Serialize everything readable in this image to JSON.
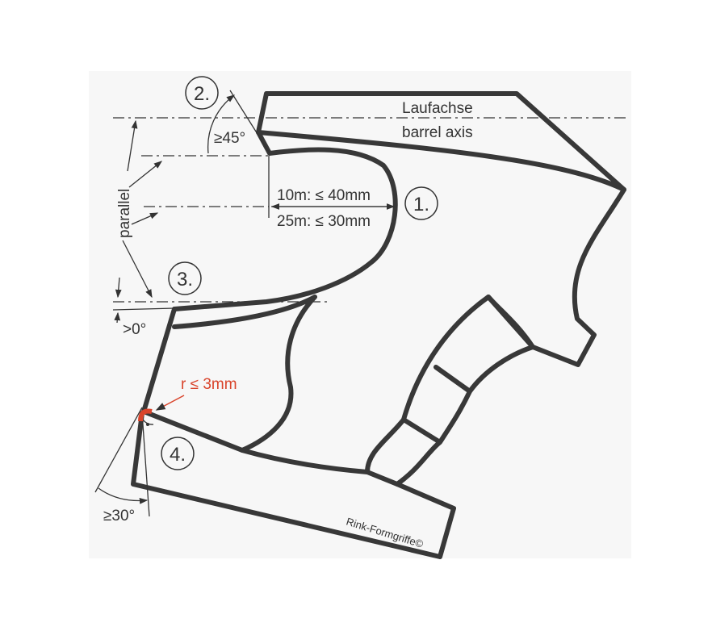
{
  "labels": {
    "barrel_axis_de": "Laufachse",
    "barrel_axis_en": "barrel axis",
    "dim_10m": "10m: ≤ 40mm",
    "dim_25m": "25m: ≤ 30mm",
    "angle_45": "≥45°",
    "parallel": "parallel",
    "angle_0": ">0°",
    "angle_30": "≥30°",
    "radius": "r ≤ 3mm"
  },
  "markers": [
    "1.",
    "2.",
    "3.",
    "4."
  ],
  "logo": "Rink-Formgriffe©",
  "colors": {
    "outline": "#383838",
    "radius": "#d9442b",
    "background": "#f7f7f7"
  }
}
